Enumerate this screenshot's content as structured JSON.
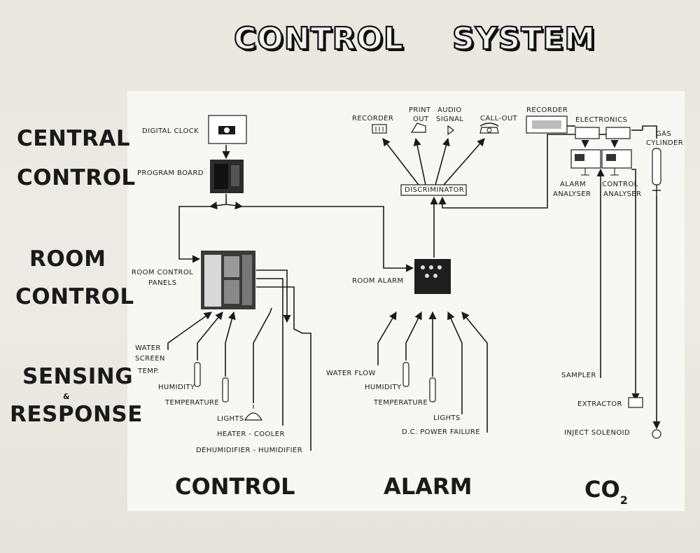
{
  "title": {
    "word1": "CONTROL",
    "word2": "SYSTEM"
  },
  "rows": {
    "central_1": "CENTRAL",
    "central_2": "CONTROL",
    "room_1": "ROOM",
    "room_2": "CONTROL",
    "sensing_1": "SENSING",
    "sensing_amp": "&",
    "sensing_2": "RESPONSE"
  },
  "columns": {
    "control": "CONTROL",
    "alarm": "ALARM",
    "co2": "CO",
    "co2_sub": "2"
  },
  "central": {
    "digital_clock": "DIGITAL CLOCK",
    "program_board": "PROGRAM BOARD"
  },
  "outputs": {
    "recorder": "RECORDER",
    "print_1": "PRINT",
    "print_2": "OUT",
    "audio_1": "AUDIO",
    "audio_2": "SIGNAL",
    "callout": "CALL-OUT",
    "discriminator": "DISCRIMINATOR"
  },
  "co2_system": {
    "recorder": "RECORDER",
    "electronics": "ELECTRONICS",
    "gas_1": "GAS",
    "gas_2": "CYLINDER",
    "alarm_an_1": "ALARM",
    "alarm_an_2": "ANALYSER",
    "control_an_1": "CONTROL",
    "control_an_2": "ANALYSER",
    "sampler": "SAMPLER",
    "extractor": "EXTRACTOR",
    "inject": "INJECT  SOLENOID"
  },
  "room": {
    "panels_1": "ROOM CONTROL",
    "panels_2": "PANELS",
    "alarm": "ROOM   ALARM"
  },
  "control_sensors": {
    "water_1": "WATER",
    "water_2": "SCREEN",
    "water_3": "TEMP.",
    "humidity": "HUMIDITY",
    "temperature": "TEMPERATURE",
    "lights": "LIGHTS",
    "heater": "HEATER - COOLER",
    "dehum": "DEHUMIDIFIER - HUMIDIFIER"
  },
  "alarm_sensors": {
    "water_flow": "WATER FLOW",
    "humidity": "HUMIDITY",
    "temperature": "TEMPERATURE",
    "lights": "LIGHTS",
    "dc": "D.C.  POWER  FAILURE"
  },
  "colors": {
    "ink": "#1a1a1a",
    "paper": "#ecebe5",
    "panel": "#f7f7f3"
  }
}
